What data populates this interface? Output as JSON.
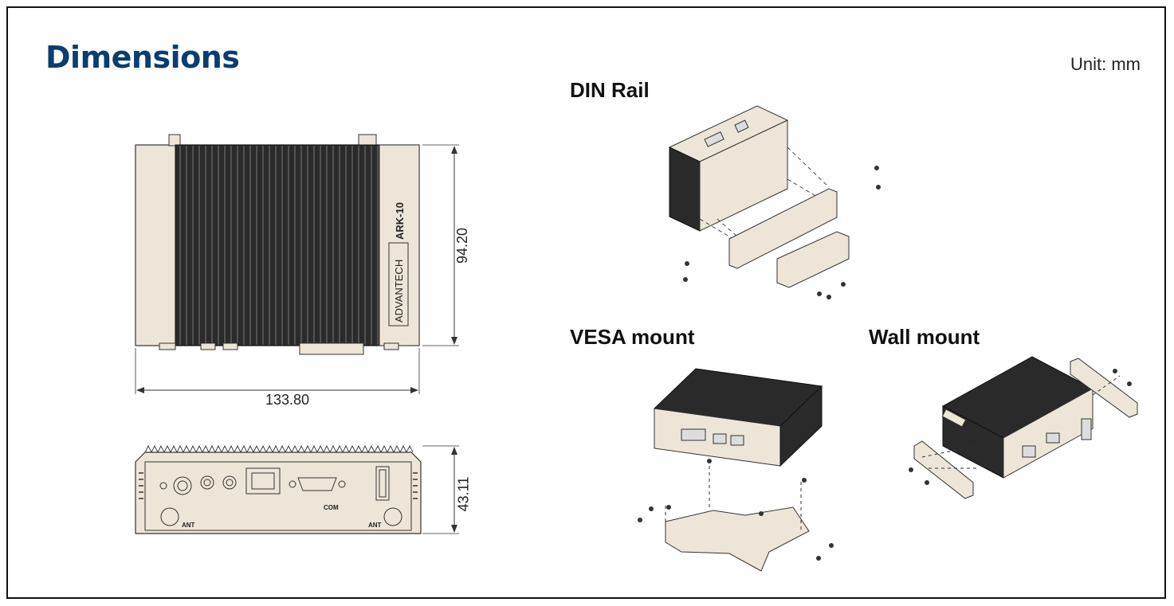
{
  "page": {
    "title": "Dimensions",
    "unit": "Unit: mm"
  },
  "top_view": {
    "width_dim": "133.80",
    "height_dim": "94.20",
    "brand": "ADVANTECH",
    "model": "ARK-10"
  },
  "front_view": {
    "height_dim": "43.11",
    "port_label_com": "COM",
    "ant_left": "ANT",
    "ant_right": "ANT"
  },
  "sections": {
    "din_rail": "DIN Rail",
    "vesa": "VESA mount",
    "wall": "Wall mount"
  },
  "colors": {
    "title": "#0b3d6e",
    "chassis": "#ede6d8",
    "heatsink": "#1a1a1a"
  }
}
